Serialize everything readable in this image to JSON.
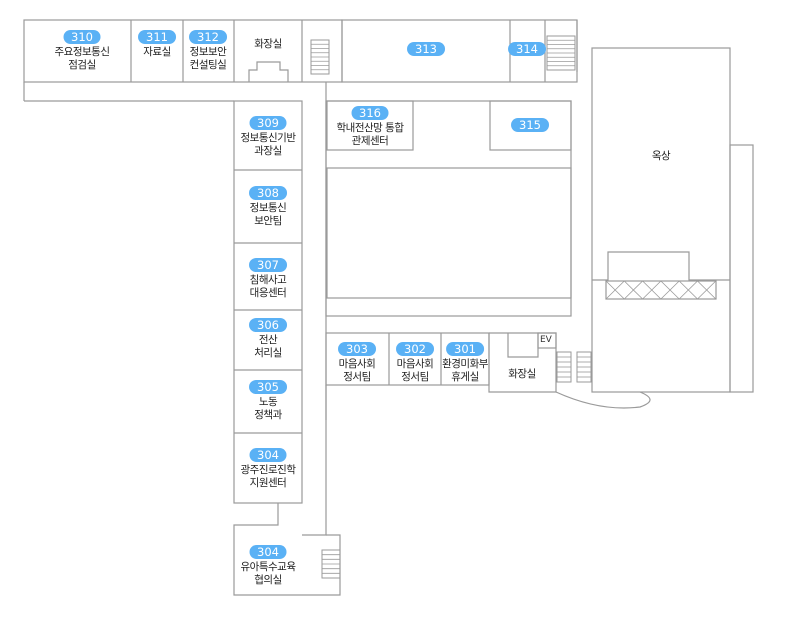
{
  "title": "3층 평면도",
  "rooms": [
    {
      "number": "310",
      "name": "주요정보통신\n점검실"
    },
    {
      "number": "311",
      "name": "자료실"
    },
    {
      "number": "312",
      "name": "정보보안\n컨설팅실"
    },
    {
      "number": "",
      "name": "화장실"
    },
    {
      "number": "313",
      "name": ""
    },
    {
      "number": "314",
      "name": ""
    },
    {
      "number": "316",
      "name": "학내전산망 통합\n관제센터"
    },
    {
      "number": "315",
      "name": ""
    },
    {
      "number": "309",
      "name": "정보통신기반\n과장실"
    },
    {
      "number": "308",
      "name": "정보통신\n보안팀"
    },
    {
      "number": "307",
      "name": "침해사고\n대응센터"
    },
    {
      "number": "306",
      "name": "전산\n처리실"
    },
    {
      "number": "305",
      "name": "노동\n정책과"
    },
    {
      "number": "304",
      "name": "광주진로진학\n지원센터"
    },
    {
      "number": "304",
      "name": "유아특수교육\n협의실"
    },
    {
      "number": "303",
      "name": "마음사회\n정서팀"
    },
    {
      "number": "302",
      "name": "마음사회\n정서팀"
    },
    {
      "number": "301",
      "name": "환경미화부\n휴게실"
    },
    {
      "number": "",
      "name": "화장실"
    },
    {
      "number": "",
      "name": "옥상"
    }
  ],
  "elevator_label": "EV",
  "colors": {
    "badge": "#5AB1F5",
    "wall": "#9a9a9a"
  }
}
